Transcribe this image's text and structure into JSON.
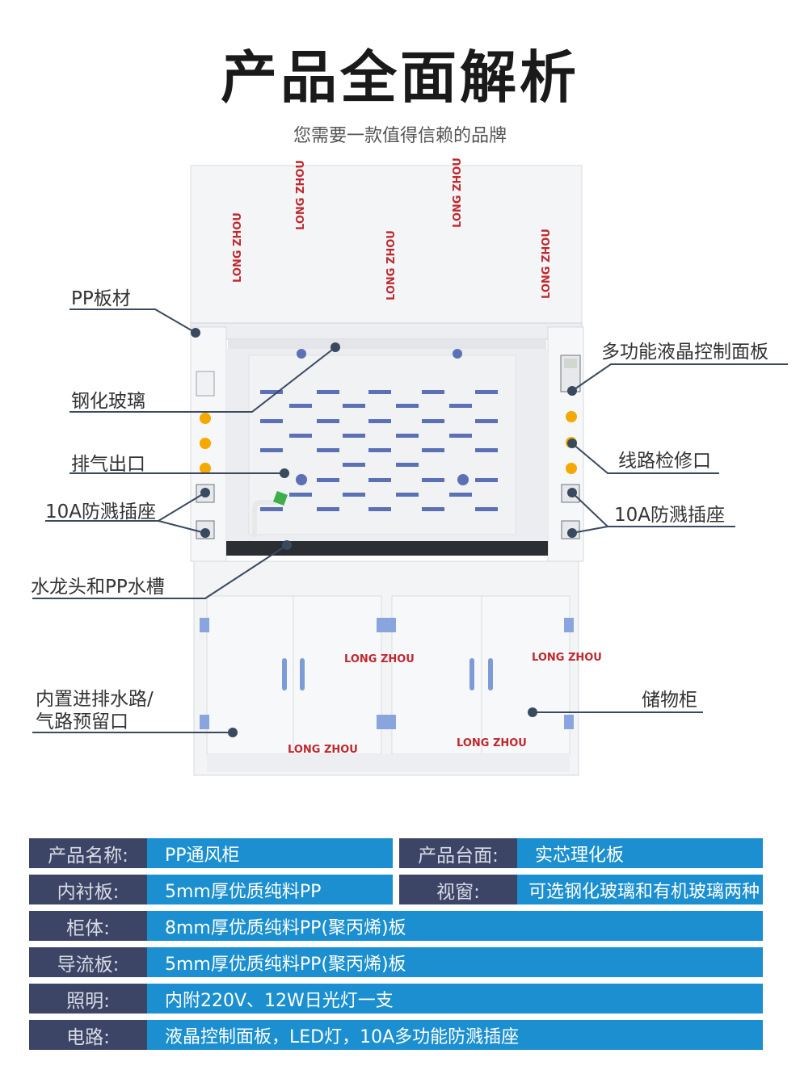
{
  "header": {
    "title": "产品全面解析",
    "subtitle": "您需要一款值得信赖的品牌"
  },
  "callouts": {
    "pp_board": "PP板材",
    "tempered_glass": "钢化玻璃",
    "exhaust_outlet": "排气出口",
    "socket_left": "10A防溅插座",
    "faucet_sink": "水龙头和PP水槽",
    "water_gas_reserved_line1": "内置进排水路/",
    "water_gas_reserved_line2": "气路预留口",
    "lcd_panel": "多功能液晶控制面板",
    "circuit_access": "线路检修口",
    "socket_right": "10A防溅插座",
    "storage_cabinet": "储物柜"
  },
  "hood_markings": {
    "brand_text": "LONG ZHOU"
  },
  "specs": [
    {
      "key": "产品名称:",
      "value": "PP通风柜",
      "key2": "产品台面:",
      "value2": "实芯理化板"
    },
    {
      "key": "内衬板:",
      "value": "5mm厚优质纯料PP",
      "key2": "视窗:",
      "value2": "可选钢化玻璃和有机玻璃两种"
    },
    {
      "key": "柜体:",
      "value": "8mm厚优质纯料PP(聚丙烯)板"
    },
    {
      "key": "导流板:",
      "value": "5mm厚优质纯料PP(聚丙烯)板"
    },
    {
      "key": "照明:",
      "value": "内附220V、12W日光灯一支"
    },
    {
      "key": "电路:",
      "value": "液晶控制面板，LED灯，10A多功能防溅插座"
    }
  ],
  "colors": {
    "key_bg": "#3d4566",
    "value_bg": "#1b8fcf",
    "brand_red": "#c0282e",
    "lamp_orange": "#f5a800"
  }
}
